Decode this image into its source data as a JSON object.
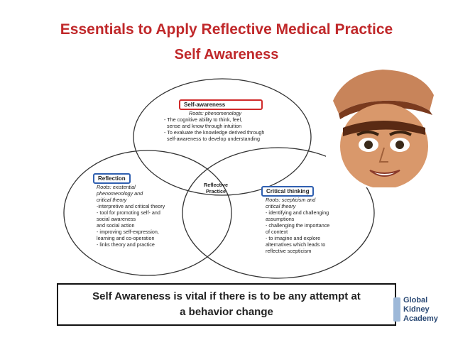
{
  "title": {
    "line1": "Essentials to Apply Reflective Medical Practice",
    "line2": "Self Awareness"
  },
  "diagram": {
    "self_awareness": {
      "heading": "Self-awareness",
      "roots": "Roots: phenomenology",
      "body": "- The cognitive ability to think, feel,\n  sense and know through intuition\n- To evaluate the knowledge derived through\n  self-awareness to develop understanding"
    },
    "reflection": {
      "heading": "Reflection",
      "roots": "Roots: existential\nphenomenology and\ncritical theory",
      "body": "-interpretive and critical theory\n- tool for promoting self- and\nsocial awareness\nand social action\n- improving self-expression,\nlearning and co-operation\n- links theory and practice"
    },
    "critical_thinking": {
      "heading": "Critical thinking",
      "roots": "Roots: scepticism and\ncritical theory",
      "body": "- identifying and challenging\nassumptions\n- challenging the importance\nof context\n- to imagine and explore\nalternatives which leads to\nreflective scepticism"
    },
    "center": "Reflective\nPractice"
  },
  "callout": {
    "line1": "Self Awareness is vital if there is to be any attempt at",
    "line2": "a behavior change"
  },
  "logo": {
    "line1": "Global",
    "line2": "Kidney",
    "line3": "Academy"
  },
  "colors": {
    "title": "#c0282a",
    "self_awareness_box": "#d02a2a",
    "reflection_box": "#2f5fb0",
    "critical_thinking_box": "#2f5fb0",
    "circle_stroke": "#333333"
  }
}
